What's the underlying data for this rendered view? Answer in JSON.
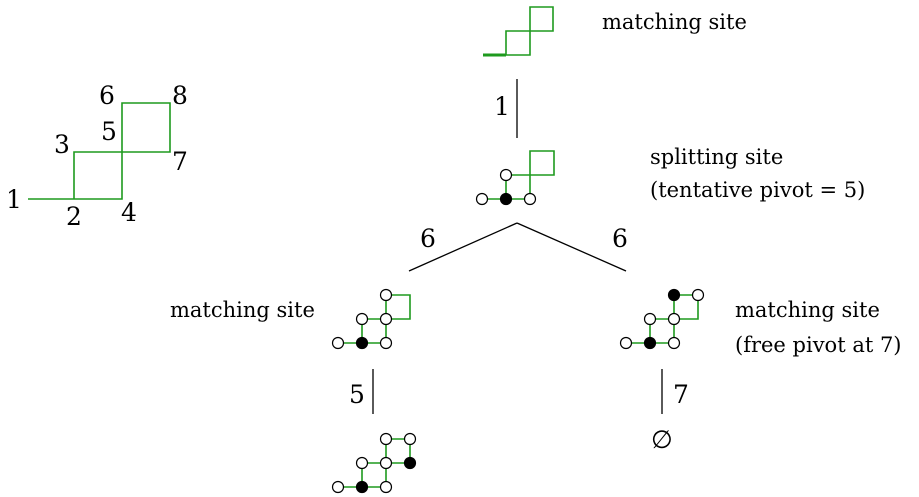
{
  "walk_labels": [
    "1",
    "2",
    "3",
    "4",
    "5",
    "6",
    "7",
    "8"
  ],
  "nodes": {
    "top_label": "matching site",
    "mid_label_line1": "splitting site",
    "mid_label_line2": "(tentative pivot = 5)",
    "left_label": "matching site",
    "right_label_line1": "matching site",
    "right_label_line2": "(free pivot at 7)"
  },
  "edges": {
    "top_to_mid": "1",
    "mid_to_left": "6",
    "mid_to_right": "6",
    "left_to_bottom": "5",
    "right_to_empty": "7"
  },
  "empty_set_symbol": "∅",
  "colors": {
    "walk_green": "#1e9a1e",
    "occupied": "#000000",
    "vacant": "#ffffff"
  }
}
